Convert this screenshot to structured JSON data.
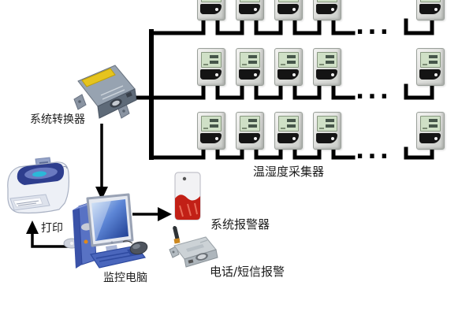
{
  "diagram": {
    "labels": {
      "converter": "系统转换器",
      "collectors": "温湿度采集器",
      "printer": "打印",
      "computer": "监控电脑",
      "alarm": "系统报警器",
      "sms_alarm": "电话/短信报警"
    },
    "bus_ellipsis": "...",
    "sensor_rows": 3,
    "sensors_visible_per_row": 5,
    "colors": {
      "wire": "#000000",
      "sensor_screen_green": "#cfe0c6",
      "alarm_red": "#c22016",
      "converter_strip_yellow": "#e6c41e",
      "computer_blue": "#4a66bc",
      "background": "#ffffff"
    }
  }
}
